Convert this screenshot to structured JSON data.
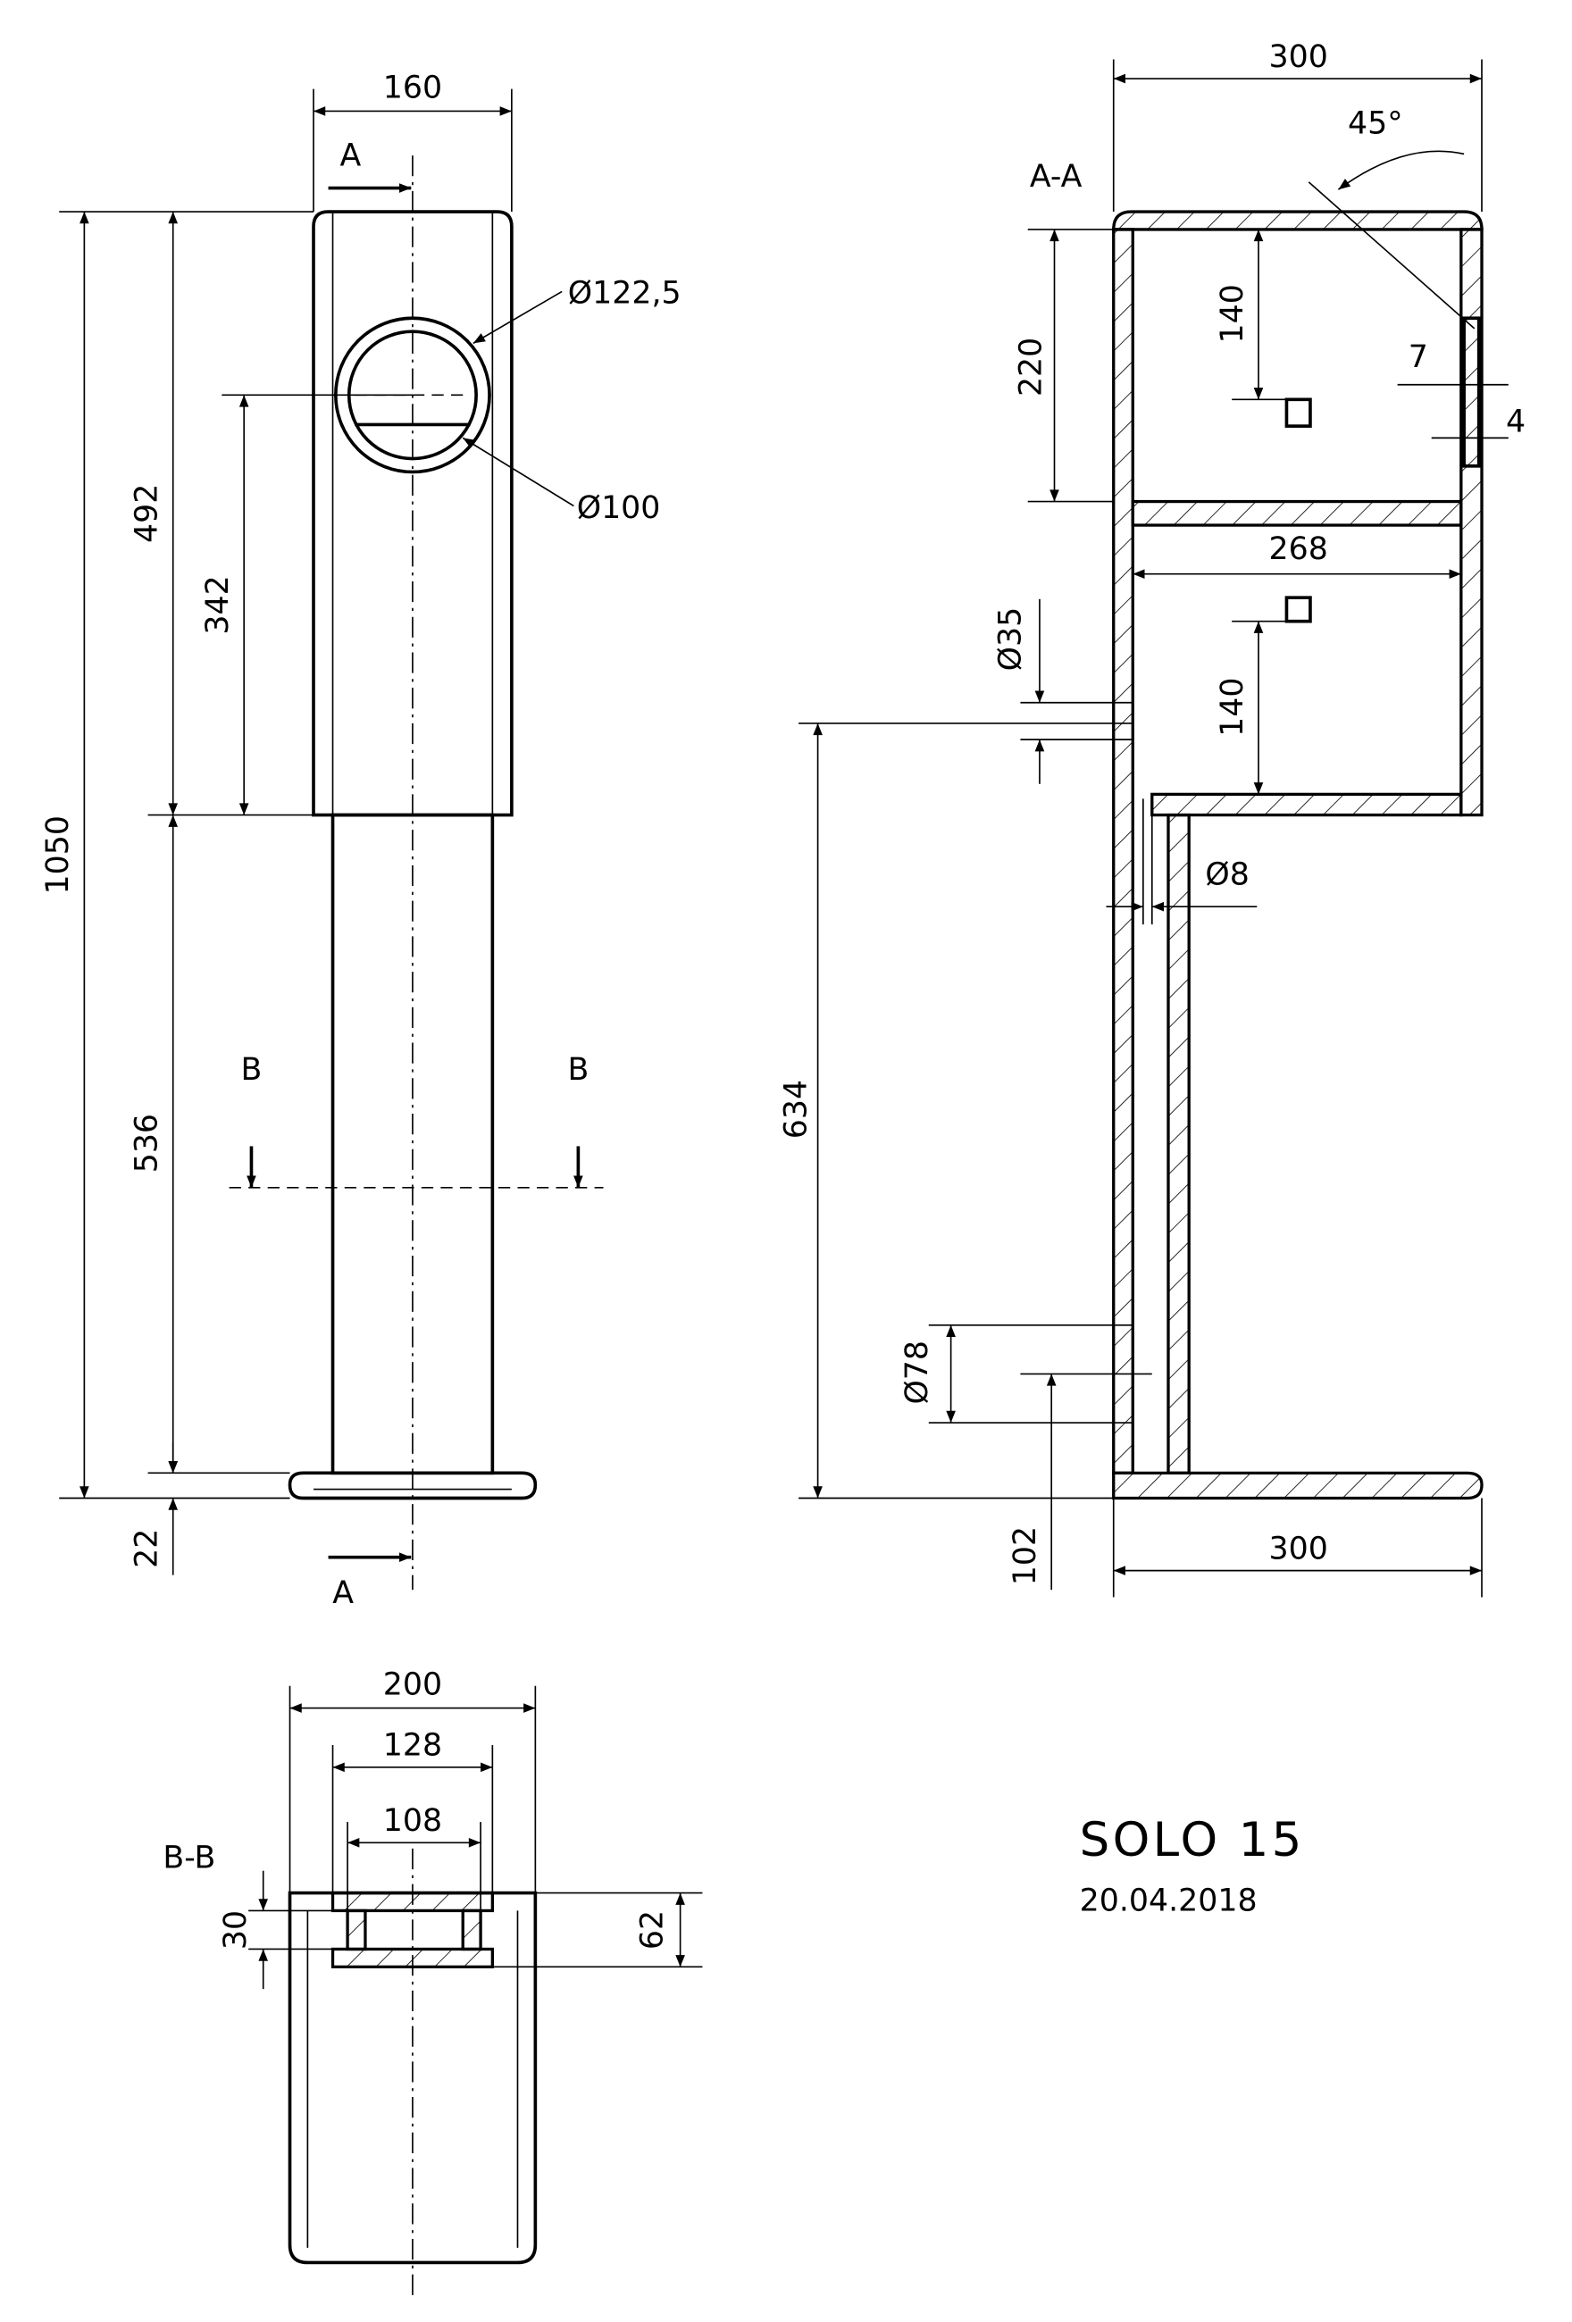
{
  "front_view": {
    "dims": {
      "width_top": "160",
      "height_total": "1050",
      "height_box": "492",
      "port_height": "342",
      "column": "536",
      "base": "22"
    },
    "port_outer": "Ø122,5",
    "port_inner": "Ø100",
    "section_a_top": "A",
    "section_a_bottom": "A",
    "section_b_left": "B",
    "section_b_right": "B"
  },
  "section_aa": {
    "label": "A-A",
    "dims": {
      "top_width": "300",
      "angle": "45°",
      "upper_height": "220",
      "upper_driver": "140",
      "inner_width": "268",
      "lower_driver": "140",
      "hole": "Ø35",
      "port_height": "634",
      "gap": "Ø8",
      "bottom_port": "Ø78",
      "bottom_offset": "102",
      "base_width": "300",
      "flange": "7",
      "recess": "4"
    }
  },
  "section_bb": {
    "label": "B-B",
    "dims": {
      "width": "200",
      "outer": "128",
      "inner": "108",
      "depth": "30",
      "total": "62"
    }
  },
  "title_block": {
    "title": "SOLO 15",
    "date": "20.04.2018"
  }
}
